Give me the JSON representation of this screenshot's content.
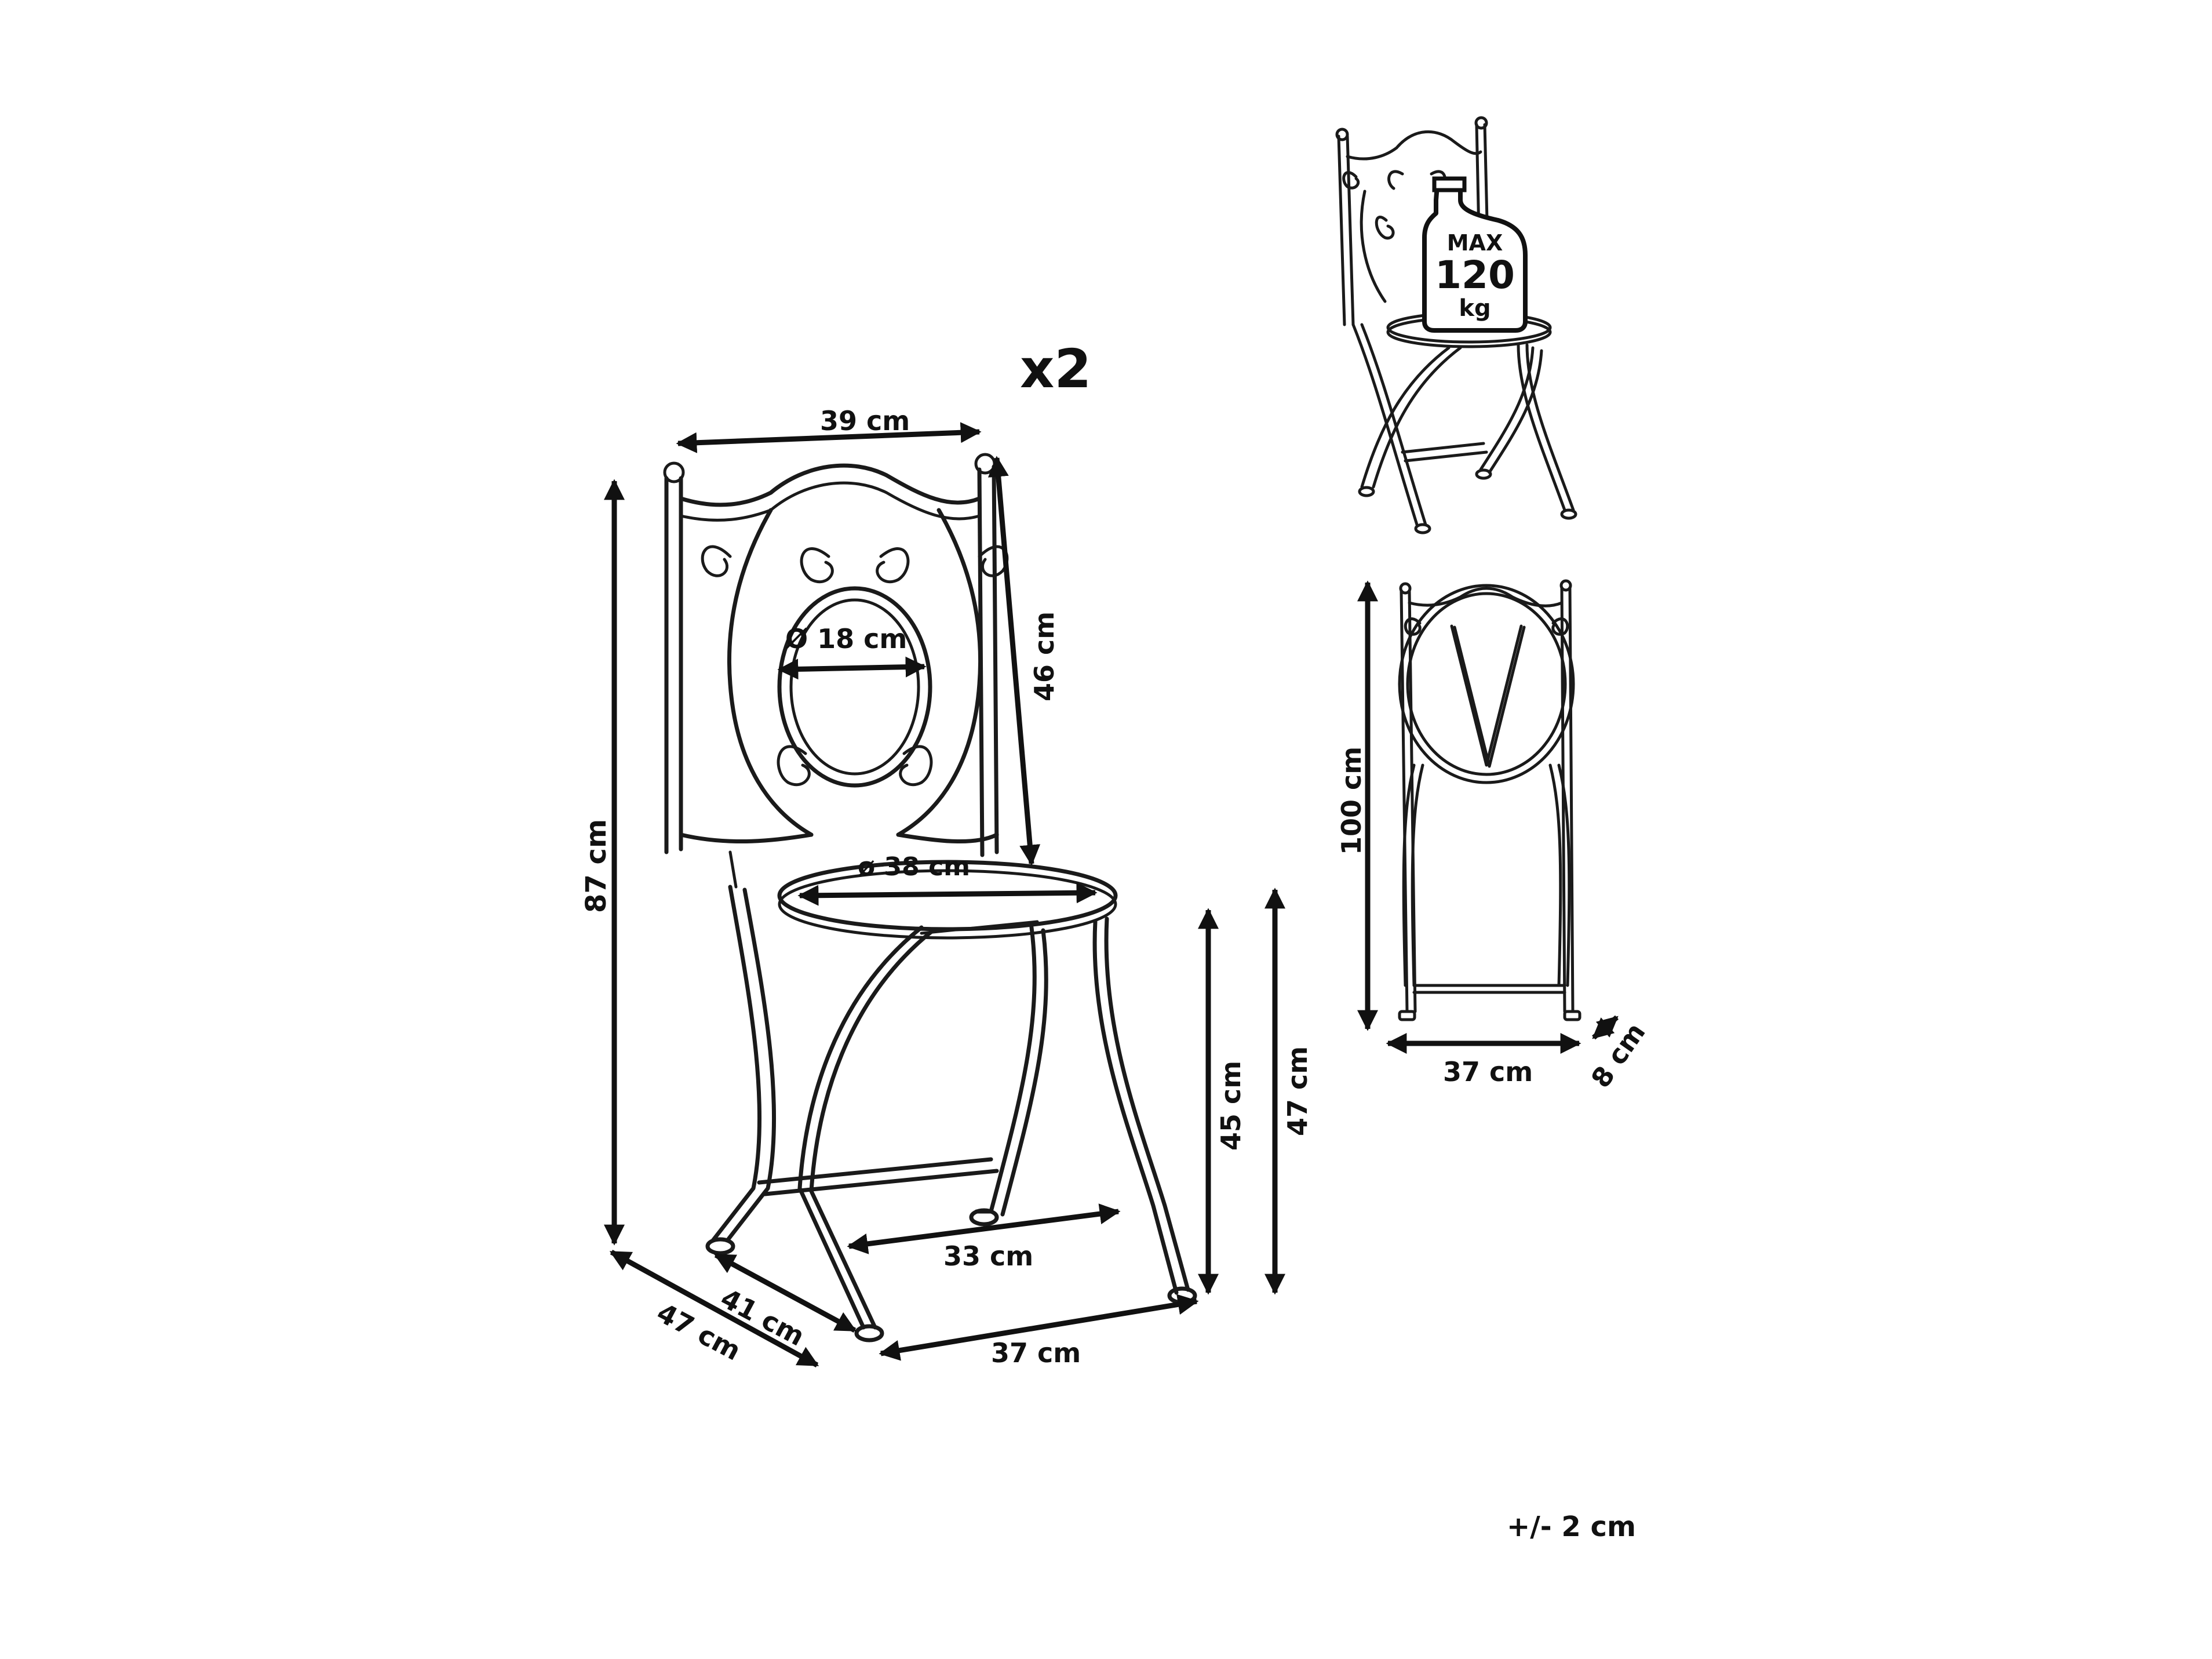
{
  "quantity": "x2",
  "tolerance": "+/- 2 cm",
  "load_badge": {
    "line1": "MAX",
    "line2": "120",
    "line3": "kg"
  },
  "dimensions": {
    "back_width": "39 cm",
    "backrest_height": "46 cm",
    "medallion_diameter": "Ø 18 cm",
    "seat_diameter": "ø 38 cm",
    "total_height": "87 cm",
    "seat_height": "45 cm",
    "seat_top_height": "47 cm",
    "stretcher_width": "33 cm",
    "inner_depth": "41 cm",
    "depth": "47 cm",
    "base_width": "37 cm",
    "folded_height": "100 cm",
    "folded_width": "37 cm",
    "folded_depth": "8 cm"
  },
  "colors": {
    "ink": "#111111",
    "background": "#ffffff"
  }
}
